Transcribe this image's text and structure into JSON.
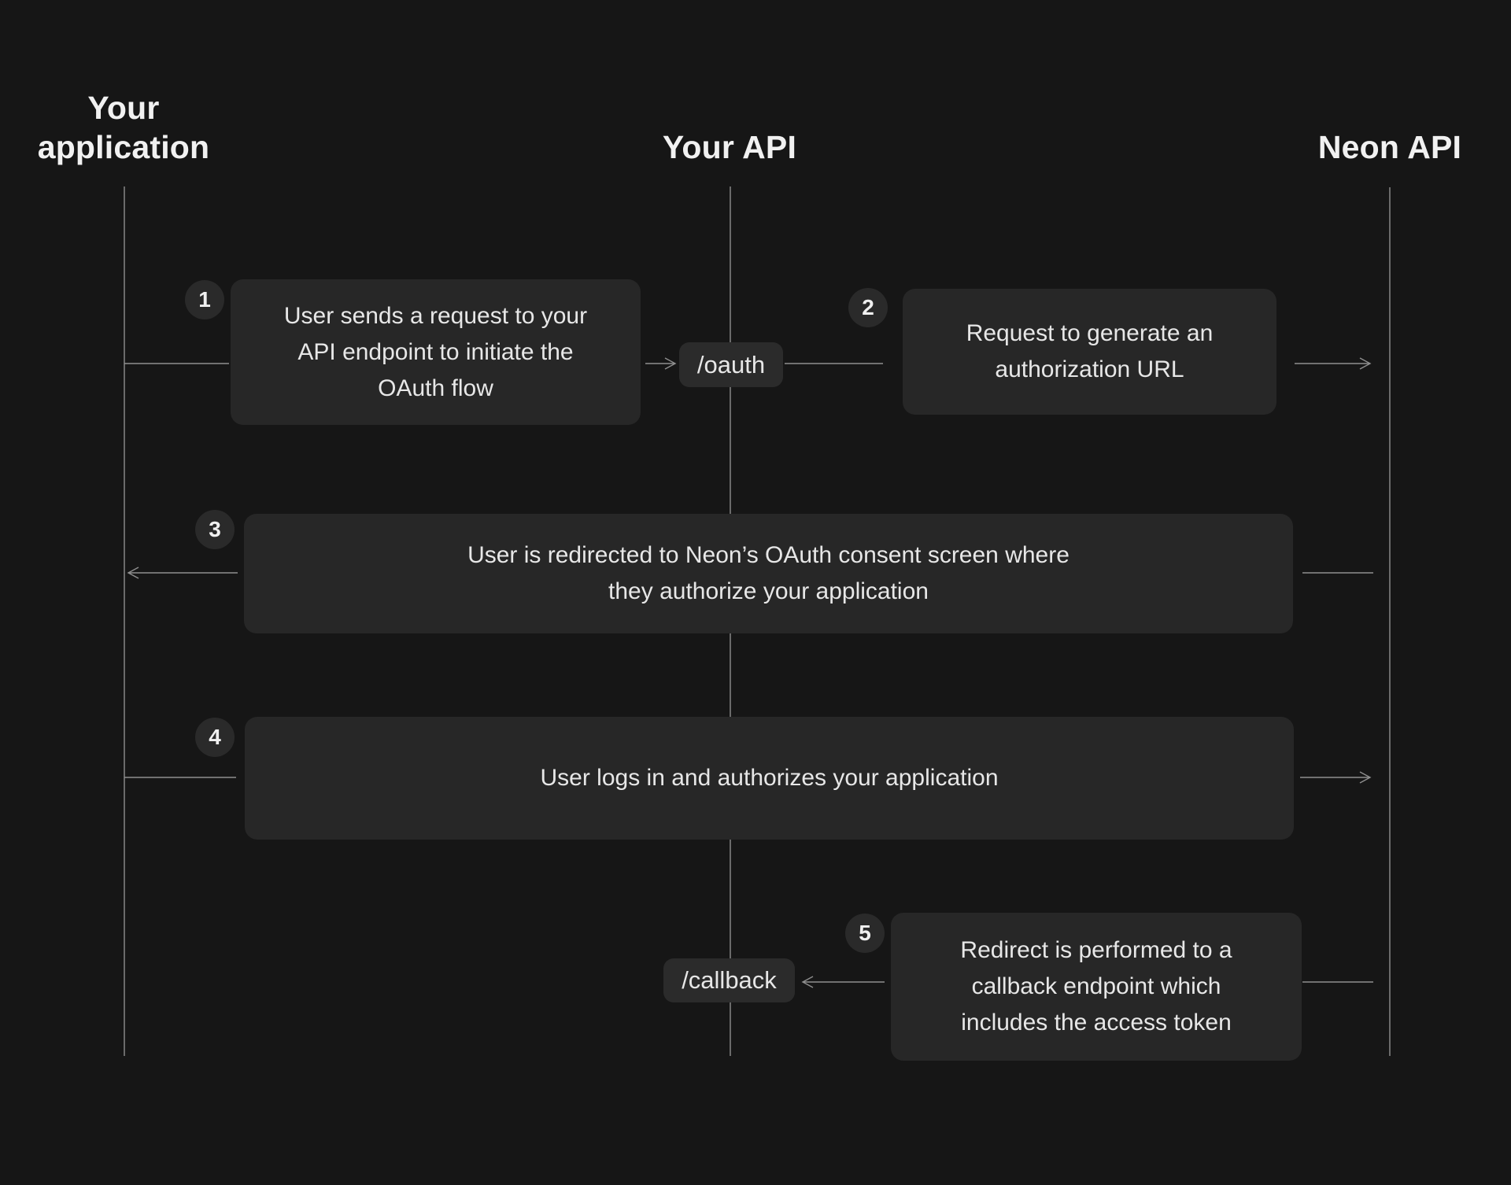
{
  "colors": {
    "background": "#161616",
    "box": "#272727",
    "pill": "#2b2b2b",
    "badge": "#2a2a2a",
    "line": "#8f8f8f",
    "header-text": "#f1f1f1",
    "body-text": "#e7e7e7",
    "badge-text": "#f0f0f0"
  },
  "actors": [
    {
      "id": "your-application",
      "lines": [
        "Your",
        "application"
      ]
    },
    {
      "id": "your-api",
      "lines": [
        "Your API"
      ]
    },
    {
      "id": "neon-api",
      "lines": [
        "Neon API"
      ]
    }
  ],
  "endpoints": {
    "oauth": "/oauth",
    "callback": "/callback"
  },
  "steps": [
    {
      "num": "1",
      "lines": [
        "User sends a request to your",
        "API endpoint to initiate the",
        "OAuth flow"
      ]
    },
    {
      "num": "2",
      "lines": [
        "Request to generate an",
        "authorization URL"
      ]
    },
    {
      "num": "3",
      "lines": [
        "User is redirected to Neon’s OAuth consent screen where",
        "they authorize your application"
      ]
    },
    {
      "num": "4",
      "lines": [
        "User logs in and authorizes your application"
      ]
    },
    {
      "num": "5",
      "lines": [
        "Redirect is performed to a",
        "callback endpoint which",
        "includes the access token"
      ]
    }
  ]
}
